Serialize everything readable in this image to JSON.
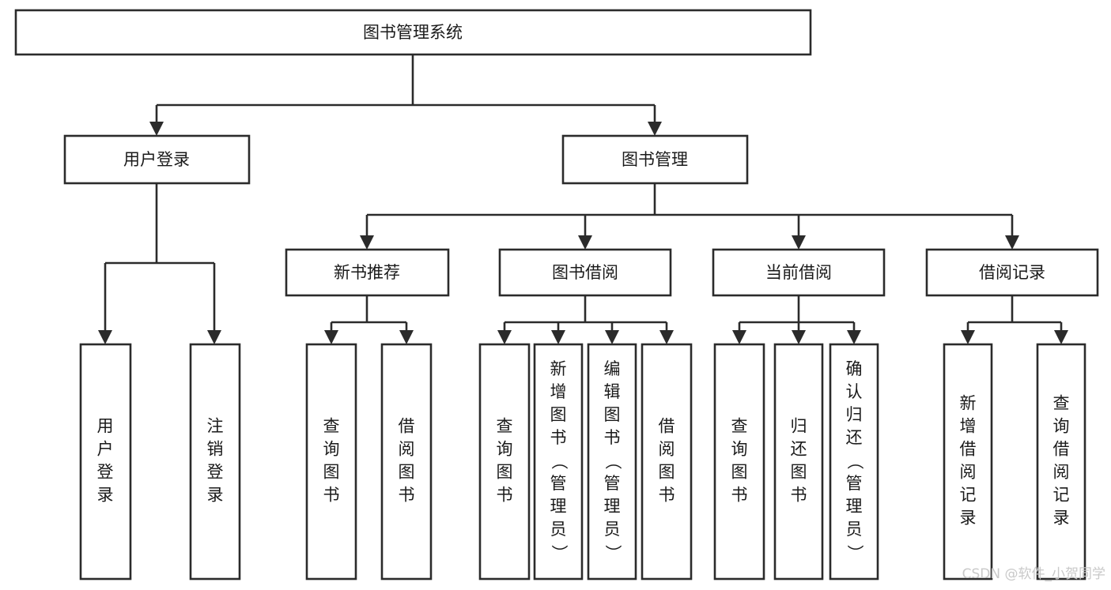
{
  "diagram": {
    "type": "tree-hierarchy",
    "title_node": {
      "id": "root",
      "label": "图书管理系统"
    },
    "level1": [
      {
        "id": "user-login",
        "label": "用户登录"
      },
      {
        "id": "book-management",
        "label": "图书管理"
      }
    ],
    "level2": [
      {
        "id": "new-book-recommend",
        "label": "新书推荐",
        "parent": "book-management"
      },
      {
        "id": "book-borrow",
        "label": "图书借阅",
        "parent": "book-management"
      },
      {
        "id": "current-borrow",
        "label": "当前借阅",
        "parent": "book-management"
      },
      {
        "id": "borrow-record",
        "label": "借阅记录",
        "parent": "book-management"
      }
    ],
    "leaves": [
      {
        "id": "leaf-user-login",
        "label": "用户登录",
        "parent": "user-login"
      },
      {
        "id": "leaf-logout-login",
        "label": "注销登录",
        "parent": "user-login"
      },
      {
        "id": "leaf-query-book-1",
        "label": "查询图书",
        "parent": "new-book-recommend"
      },
      {
        "id": "leaf-borrow-book-1",
        "label": "借阅图书",
        "parent": "new-book-recommend"
      },
      {
        "id": "leaf-query-book-2",
        "label": "查询图书",
        "parent": "book-borrow"
      },
      {
        "id": "leaf-add-book",
        "label": "新增图书（管理员）",
        "parent": "book-borrow"
      },
      {
        "id": "leaf-edit-book",
        "label": "编辑图书（管理员）",
        "parent": "book-borrow"
      },
      {
        "id": "leaf-borrow-book-2",
        "label": "借阅图书",
        "parent": "book-borrow"
      },
      {
        "id": "leaf-query-book-3",
        "label": "查询图书",
        "parent": "current-borrow"
      },
      {
        "id": "leaf-return-book",
        "label": "归还图书",
        "parent": "current-borrow"
      },
      {
        "id": "leaf-confirm-return",
        "label": "确认归还（管理员）",
        "parent": "current-borrow"
      },
      {
        "id": "leaf-add-record",
        "label": "新增借阅记录",
        "parent": "borrow-record"
      },
      {
        "id": "leaf-query-record",
        "label": "查询借阅记录",
        "parent": "borrow-record"
      }
    ]
  },
  "watermark": {
    "text": "CSDN @软件_小贺同学"
  },
  "colors": {
    "stroke": "#2b2b2b",
    "fill": "#ffffff",
    "text": "#1a1a1a",
    "watermark": "#c9c9c9"
  }
}
